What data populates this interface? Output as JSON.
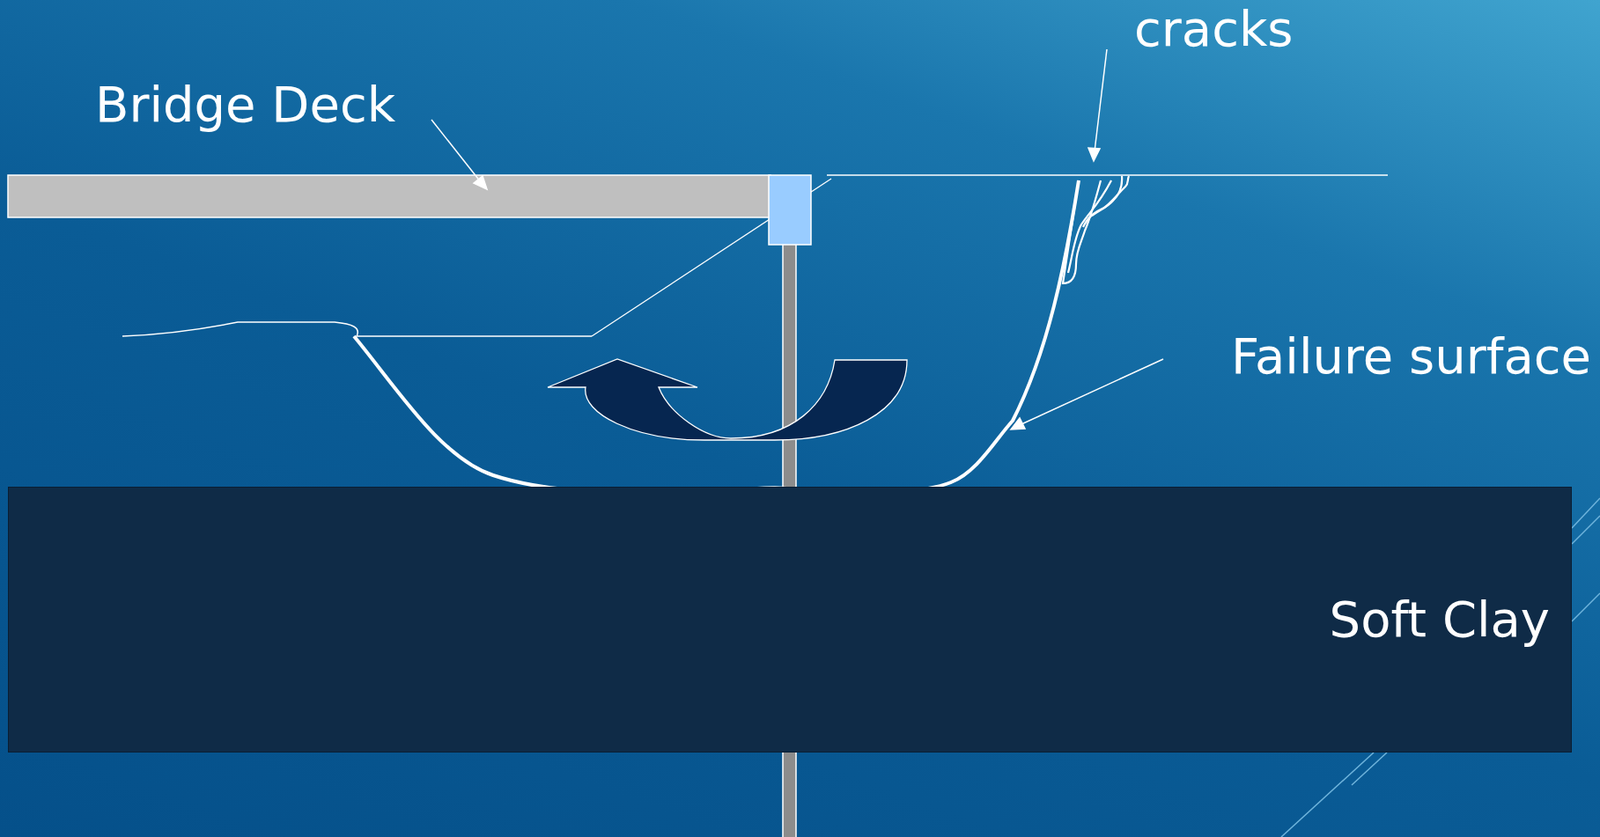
{
  "diagram": {
    "nodes": [
      {
        "text": [
          "Soft Clay"
        ]
      }
    ],
    "labels": [
      "Bridge Deck",
      "cracks",
      "Failure surface"
    ]
  }
}
